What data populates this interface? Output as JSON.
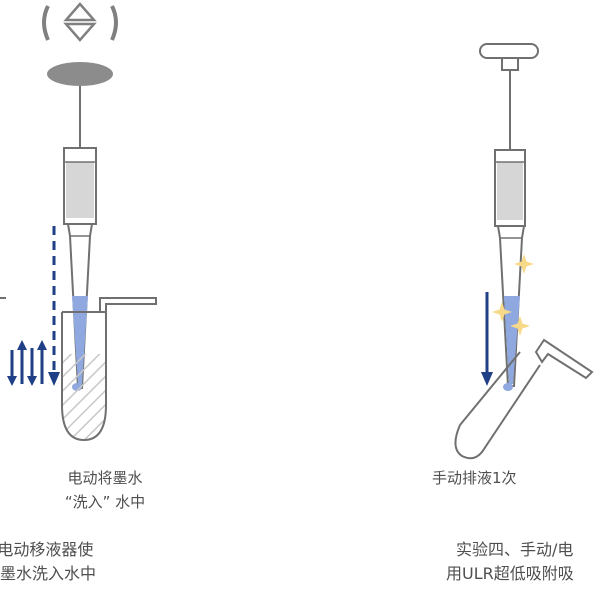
{
  "left_panel": {
    "caption_line1": "电动将墨水",
    "caption_line2": "“洗入” 水中",
    "footer_line1": "/电动移液器使",
    "footer_line2": "墨水洗入水中"
  },
  "right_panel": {
    "caption": "手动排液1次",
    "footer_line1": "实验四、手动/电",
    "footer_line2": "用ULR超低吸附吸"
  },
  "colors": {
    "outline": "#707070",
    "plunger_gray": "#8c8c8c",
    "barrel_fill": "#d6d6d6",
    "liquid_blue": "#8fa8e0",
    "arrow_navy": "#1f3f86",
    "sparkle_yellow": "#f7d98a",
    "hatch": "#c8c8c8"
  },
  "icons": {
    "motor": "up-down-arrow-motor-icon",
    "sparkle": "sparkle-star-icon"
  }
}
